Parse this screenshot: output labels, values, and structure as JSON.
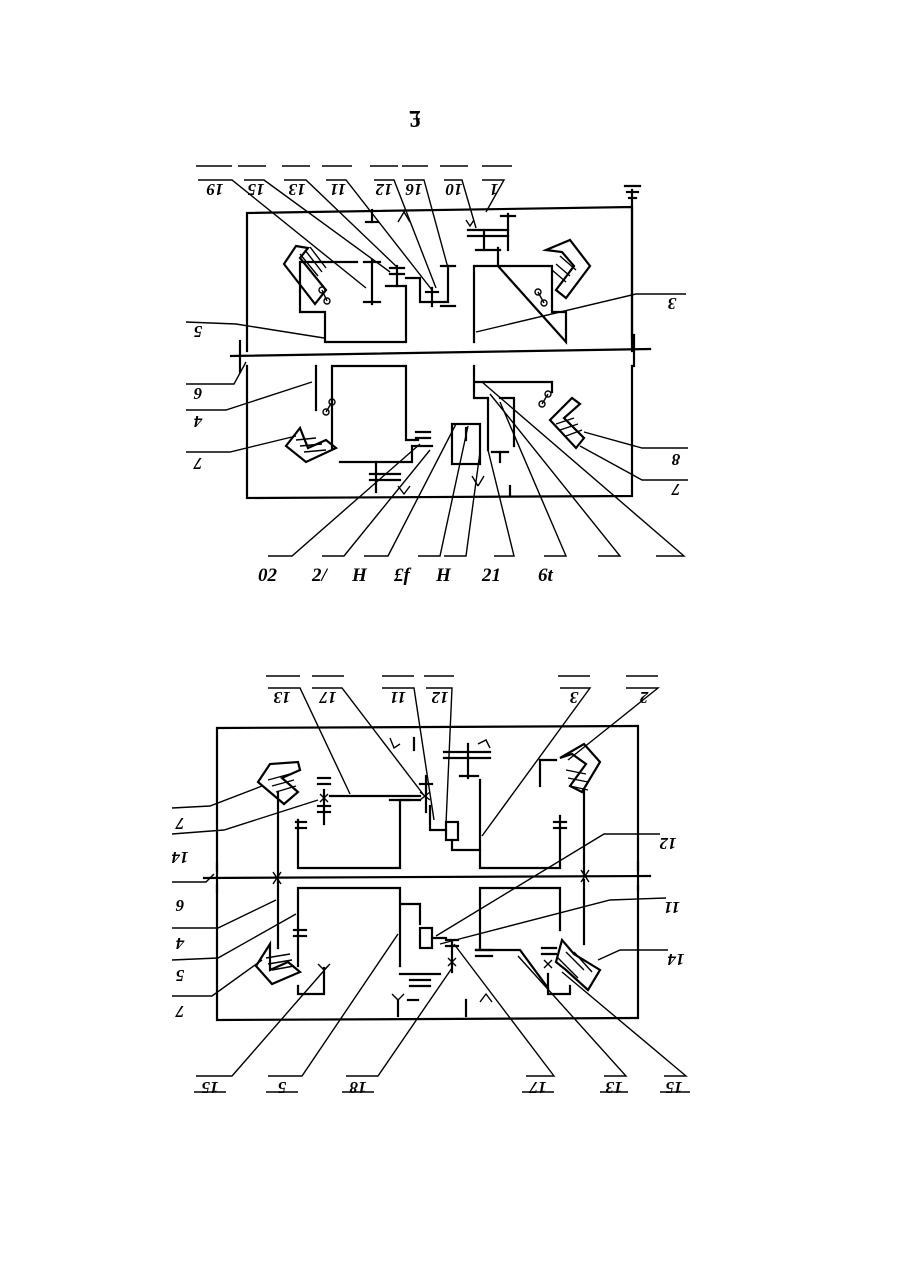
{
  "page_marker": "£",
  "figure_top": {
    "upside_down_labels_top": [
      "19",
      "15",
      "13",
      "11",
      "12",
      "16",
      "10",
      "1"
    ],
    "upside_down_labels_left": [
      "5",
      "6",
      "4",
      "7"
    ],
    "upside_down_labels_right": [
      "3",
      "8",
      "7"
    ],
    "bottom_labels": [
      "02",
      "2/",
      "H",
      "£f",
      "H",
      "21",
      "6t"
    ]
  },
  "figure_bottom": {
    "upside_down_labels_top": [
      "13",
      "17",
      "11",
      "12",
      "3",
      "2"
    ],
    "upside_down_labels_left": [
      "7",
      "14",
      "6",
      "4",
      "5",
      "7"
    ],
    "upside_down_labels_right": [
      "12",
      "11",
      "14"
    ],
    "upside_down_labels_bottom": [
      "15",
      "5",
      "18",
      "17",
      "13",
      "15"
    ]
  }
}
